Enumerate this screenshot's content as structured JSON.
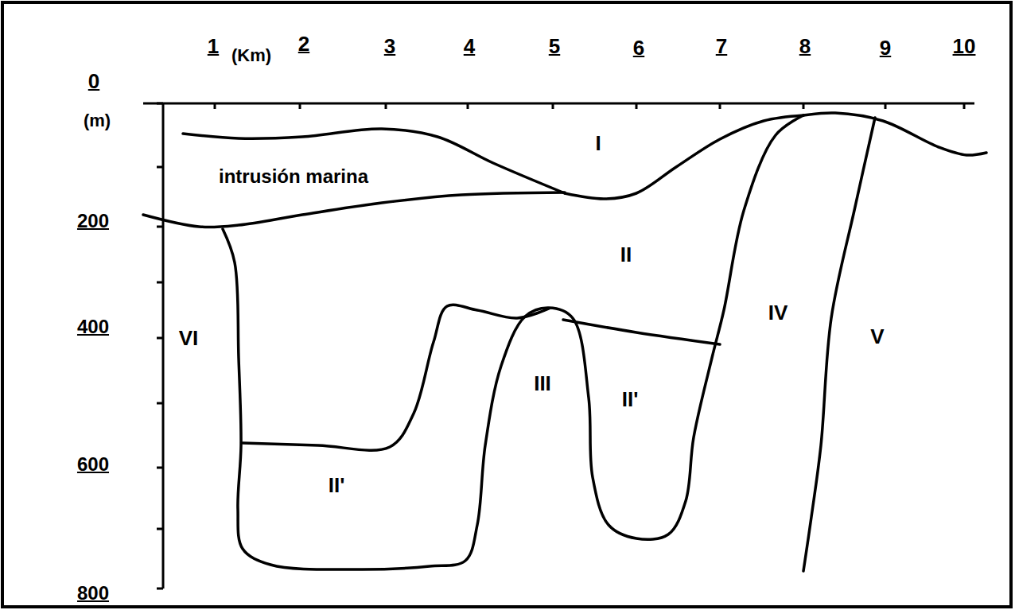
{
  "diagram": {
    "labels": [
      "0",
      "1",
      "(Km)",
      "2",
      "3",
      "4",
      "5",
      "6",
      "7",
      "8",
      "9",
      "10",
      "(m)",
      "200",
      "400",
      "600",
      "800",
      "I",
      "intrusión marina",
      "II",
      "VI",
      "IV",
      "V",
      "III",
      "II'",
      "II'"
    ]
  }
}
